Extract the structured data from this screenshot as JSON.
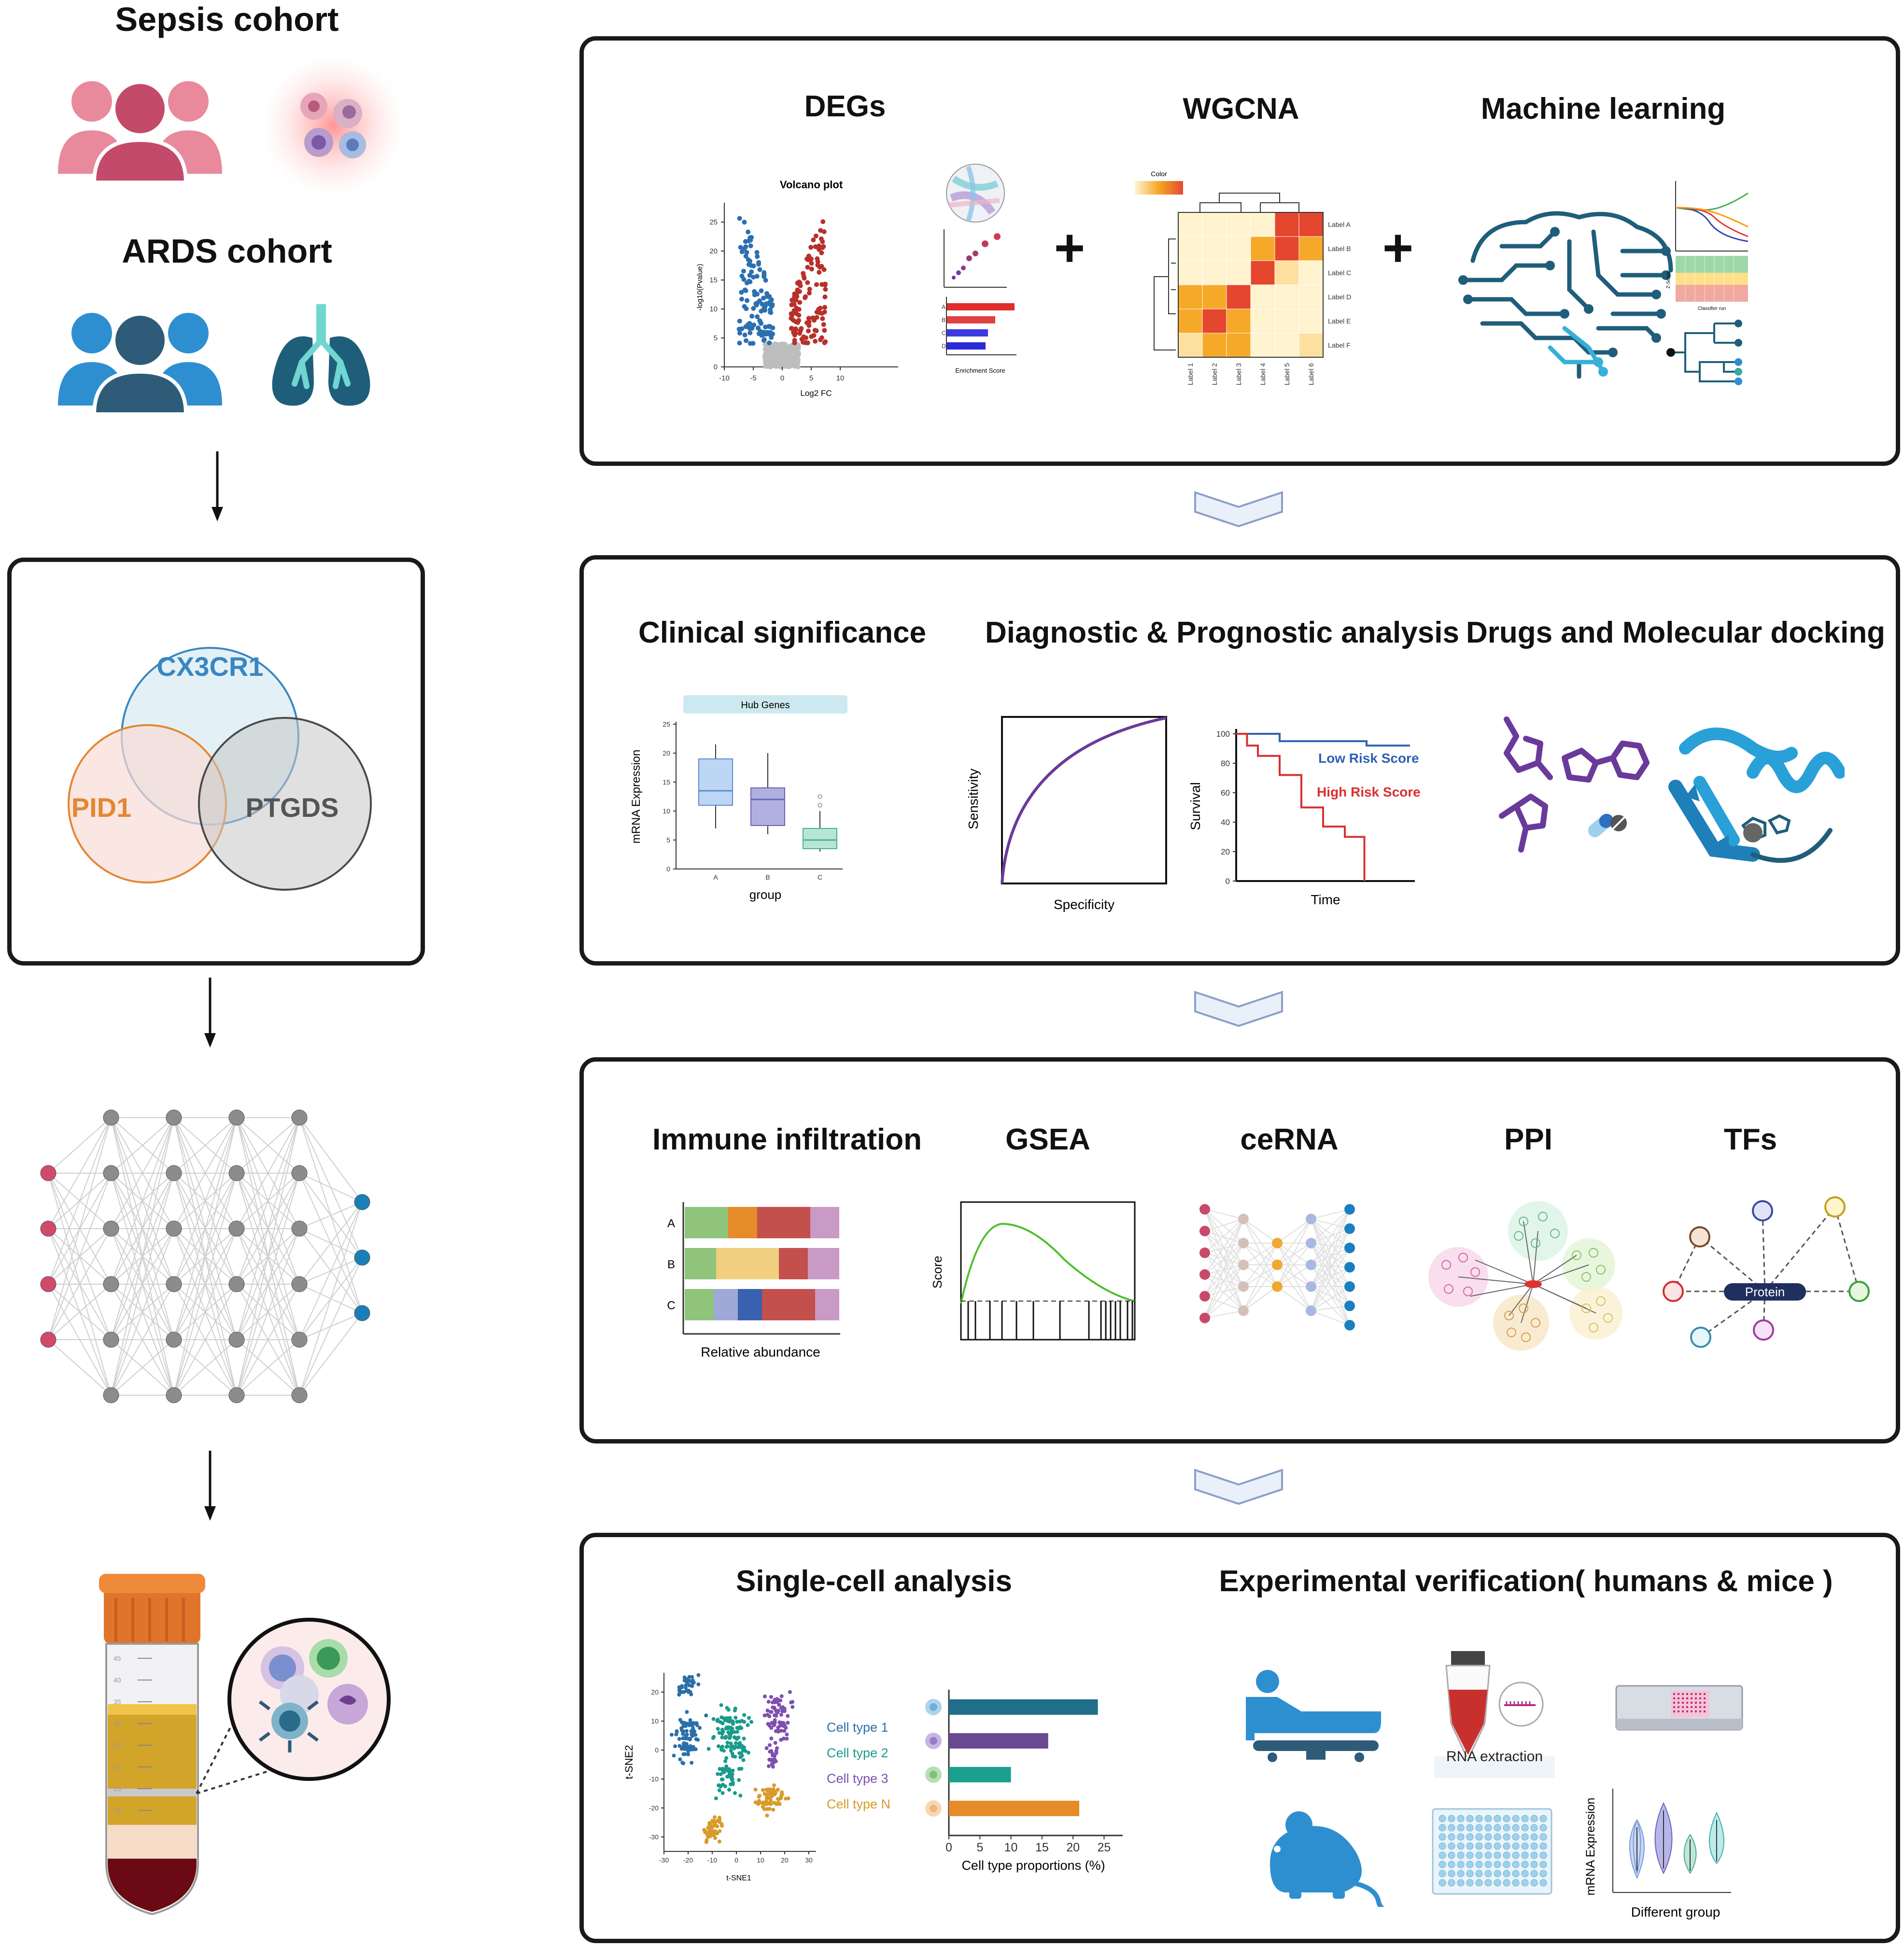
{
  "left": {
    "sepis_title": "Sepsis cohort",
    "ards_title": "ARDS cohort",
    "venn": {
      "gene1": "CX3CR1",
      "gene2": "PID1",
      "gene3": "PTGDS"
    },
    "tube_ticks": [
      "45",
      "40",
      "35",
      "30",
      "25",
      "20",
      "15",
      "10"
    ]
  },
  "panel1": {
    "degs_title": "DEGs",
    "wgcna_title": "WGCNA",
    "ml_title": "Machine learning",
    "volcano": {
      "title": "Volcano plot",
      "xlabel": "Log2 FC",
      "ylabel": "-log10(Pvalue)",
      "xticks": [
        "-10",
        "-5",
        "0",
        "5",
        "10"
      ],
      "yticks": [
        "0",
        "5",
        "10",
        "15",
        "20",
        "25"
      ]
    },
    "enrichment": {
      "xlabel": "Enrichment Score",
      "labels": [
        "A",
        "B",
        "C",
        "D"
      ]
    },
    "heatmap": {
      "legend": "Color",
      "row_labels": [
        "Label A",
        "Label B",
        "Label C",
        "Label D",
        "Label E",
        "Label F"
      ],
      "col_labels": [
        "Label 1",
        "Label 2",
        "Label 3",
        "Label 4",
        "Label 5",
        "Label 6"
      ]
    },
    "ml_small": {
      "zscore": "Z-Score",
      "classifier": "Classifier run"
    }
  },
  "panel2": {
    "clinical_title": "Clinical significance",
    "diag_title": "Diagnostic & Prognostic analysis",
    "drugs_title": "Drugs and Molecular docking",
    "boxplot": {
      "header": "Hub Genes",
      "ylabel": "mRNA Expression",
      "xlabel": "group",
      "groups": [
        "A",
        "B",
        "C"
      ],
      "yticks": [
        "0",
        "5",
        "10",
        "15",
        "20",
        "25"
      ]
    },
    "roc": {
      "xlabel": "Specificity",
      "ylabel": "Sensitivity"
    },
    "survival": {
      "xlabel": "Time",
      "ylabel": "Survival",
      "low": "Low Risk Score",
      "high": "High Risk Score",
      "yticks": [
        "0",
        "20",
        "40",
        "60",
        "80",
        "100"
      ]
    }
  },
  "panel3": {
    "immune_title": "Immune infiltration",
    "gsea_title": "GSEA",
    "cerna_title": "ceRNA",
    "ppi_title": "PPI",
    "tfs_title": "TFs",
    "immune": {
      "rows": [
        "A",
        "B",
        "C"
      ],
      "xlabel": "Relative abundance"
    },
    "gsea": {
      "ylabel": "Score"
    },
    "tfs": {
      "center": "Protein"
    }
  },
  "panel4": {
    "single_title": "Single-cell analysis",
    "exp_title": "Experimental verification( humans & mice )",
    "tsne": {
      "xlabel": "t-SNE1",
      "ylabel": "t-SNE2",
      "xticks": [
        "-30",
        "-20",
        "-10",
        "0",
        "10",
        "20",
        "30"
      ],
      "yticks": [
        "20",
        "10",
        "0",
        "-10",
        "-20",
        "-30"
      ]
    },
    "cell_types": [
      "Cell type 1",
      "Cell type 2",
      "Cell type 3",
      "Cell type N"
    ],
    "cell_colors": [
      "#2c6fa8",
      "#1a9a8a",
      "#7e4fb0",
      "#d89a2a"
    ],
    "proportions": {
      "xlabel": "Cell type proportions (%)",
      "xticks": [
        "0",
        "5",
        "10",
        "15",
        "20",
        "25"
      ]
    },
    "rna_label": "RNA extraction",
    "violin": {
      "ylabel": "mRNA Expression",
      "xlabel": "Different group"
    }
  },
  "chart_data": [
    {
      "type": "bar",
      "categories": [
        "Cell type 1",
        "Cell type 2",
        "Cell type 3",
        "Cell type N"
      ],
      "values": [
        24,
        16,
        10,
        21
      ],
      "xlabel": "Cell type proportions (%)",
      "ylim": [
        0,
        28
      ]
    },
    {
      "type": "box",
      "categories": [
        "A",
        "B",
        "C"
      ],
      "values": [
        {
          "min": 7,
          "q1": 11,
          "median": 13.5,
          "q3": 19,
          "max": 21.5
        },
        {
          "min": 6,
          "q1": 7.5,
          "median": 12,
          "q3": 14,
          "max": 20
        },
        {
          "min": 3,
          "q1": 3.5,
          "median": 5,
          "q3": 7,
          "max": 10
        }
      ],
      "xlabel": "group",
      "ylabel": "mRNA Expression",
      "ylim": [
        0,
        25
      ]
    },
    {
      "type": "line",
      "series": [
        {
          "name": "Low Risk Score",
          "x": [
            0,
            20,
            20,
            60,
            60,
            80
          ],
          "y": [
            100,
            100,
            95,
            95,
            92,
            92
          ]
        },
        {
          "name": "High Risk Score",
          "x": [
            0,
            5,
            5,
            10,
            10,
            20,
            20,
            30,
            30,
            40,
            40,
            50,
            50,
            59,
            59
          ],
          "y": [
            100,
            100,
            92,
            92,
            85,
            85,
            72,
            72,
            50,
            50,
            37,
            37,
            30,
            30,
            0
          ]
        }
      ],
      "xlabel": "Time",
      "ylabel": "Survival",
      "ylim": [
        0,
        100
      ]
    }
  ]
}
